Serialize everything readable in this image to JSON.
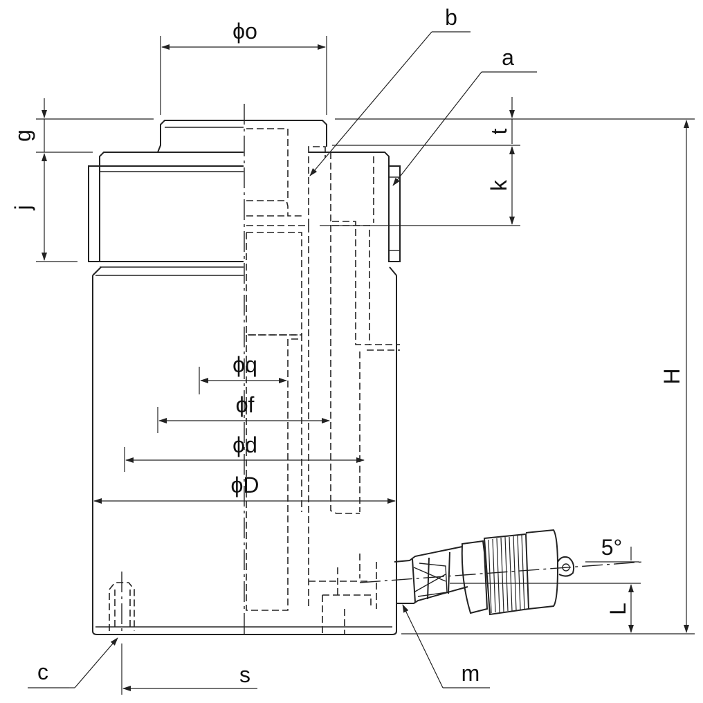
{
  "labels": {
    "phi_o": "ϕo",
    "b": "b",
    "a": "a",
    "g": "g",
    "t": "t",
    "j": "j",
    "k": "k",
    "H": "H",
    "phi_q": "ϕq",
    "phi_f": "ϕf",
    "phi_d": "ϕd",
    "phi_D": "ϕD",
    "angle": "5°",
    "L": "L",
    "c": "c",
    "s": "s",
    "m": "m"
  }
}
